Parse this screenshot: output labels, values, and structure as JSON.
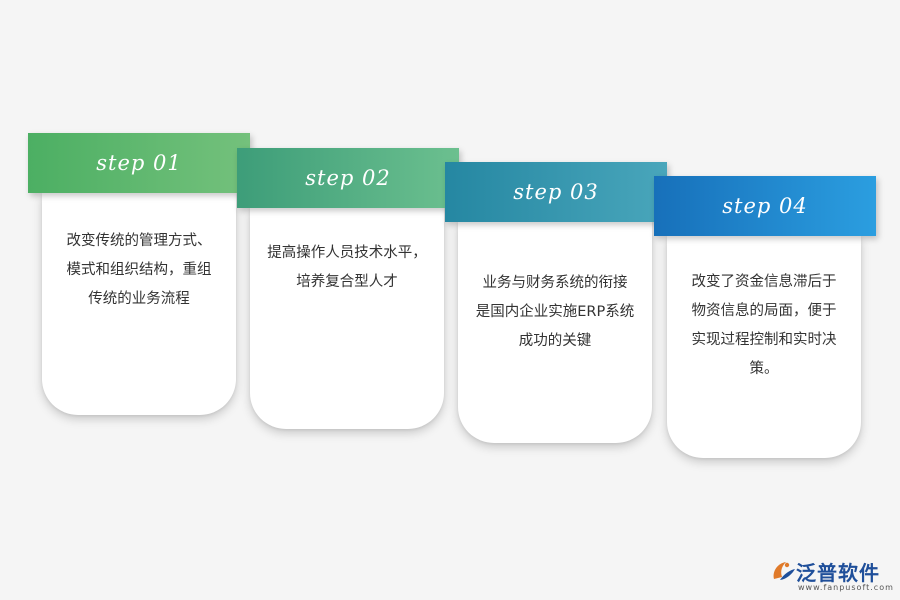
{
  "steps": [
    {
      "label": "step 01",
      "text_lines": [
        "改变传统的管理方式、",
        "模式和组织结构，重组",
        "传统的业务流程"
      ],
      "color": "#4caf63"
    },
    {
      "label": "step 02",
      "text_lines": [
        "提高操作人员技术水平，",
        "培养复合型人才"
      ],
      "color": "#3d9d79"
    },
    {
      "label": "step 03",
      "text_lines": [
        "业务与财务系统的衔接",
        "是国内企业实施ERP系统",
        "成功的关键"
      ],
      "color": "#2587a2"
    },
    {
      "label": "step 04",
      "text_lines": [
        "改变了资金信息滞后于",
        "物资信息的局面，便于",
        "实现过程控制和实时决",
        "策。"
      ],
      "color": "#1770ba"
    }
  ],
  "logo": {
    "name": "泛普软件",
    "url": "www.fanpusoft.com",
    "icon": "fanpu-logo-icon"
  }
}
